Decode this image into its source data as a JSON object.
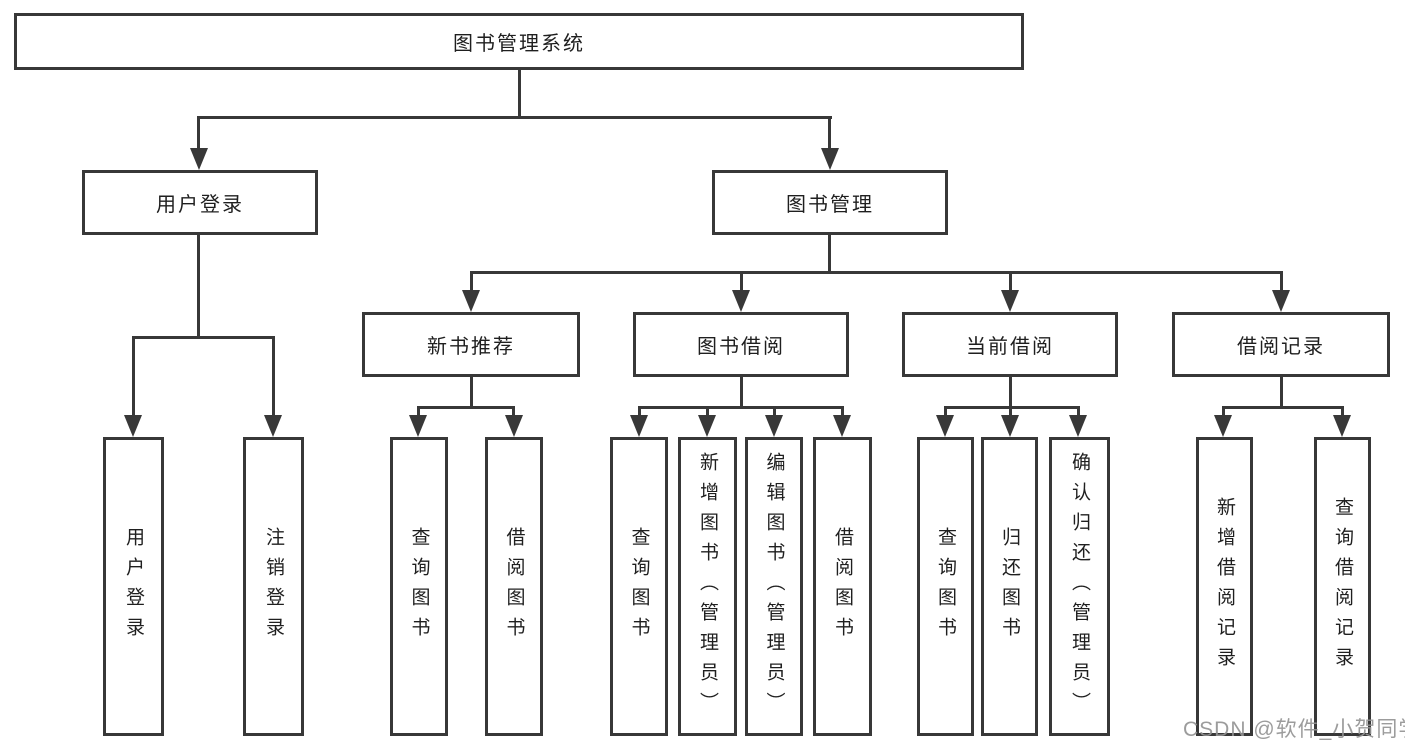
{
  "title": {
    "label": "图书管理系统"
  },
  "level1": {
    "user_login": {
      "label": "用户登录"
    },
    "book_management": {
      "label": "图书管理"
    }
  },
  "level2": {
    "new_book": {
      "label": "新书推荐"
    },
    "book_borrow": {
      "label": "图书借阅"
    },
    "current_borrow": {
      "label": "当前借阅"
    },
    "borrow_record": {
      "label": "借阅记录"
    }
  },
  "leaves": {
    "user_login_1": "用户登录",
    "user_login_2": "注销登录",
    "new_book_1": "查询图书",
    "new_book_2": "借阅图书",
    "book_borrow_1": "查询图书",
    "book_borrow_2": "新增图书（管理员）",
    "book_borrow_3": "编辑图书（管理员）",
    "book_borrow_4": "借阅图书",
    "current_borrow_1": "查询图书",
    "current_borrow_2": "归还图书",
    "current_borrow_3": "确认归还（管理员）",
    "borrow_record_1": "新增借阅记录",
    "borrow_record_2": "查询借阅记录"
  },
  "watermark": {
    "text": "CSDN @软件_小贺同学"
  },
  "colors": {
    "line": "#383838",
    "text": "#1f1f1f",
    "watermark": "#949494",
    "background": "#ffffff"
  }
}
